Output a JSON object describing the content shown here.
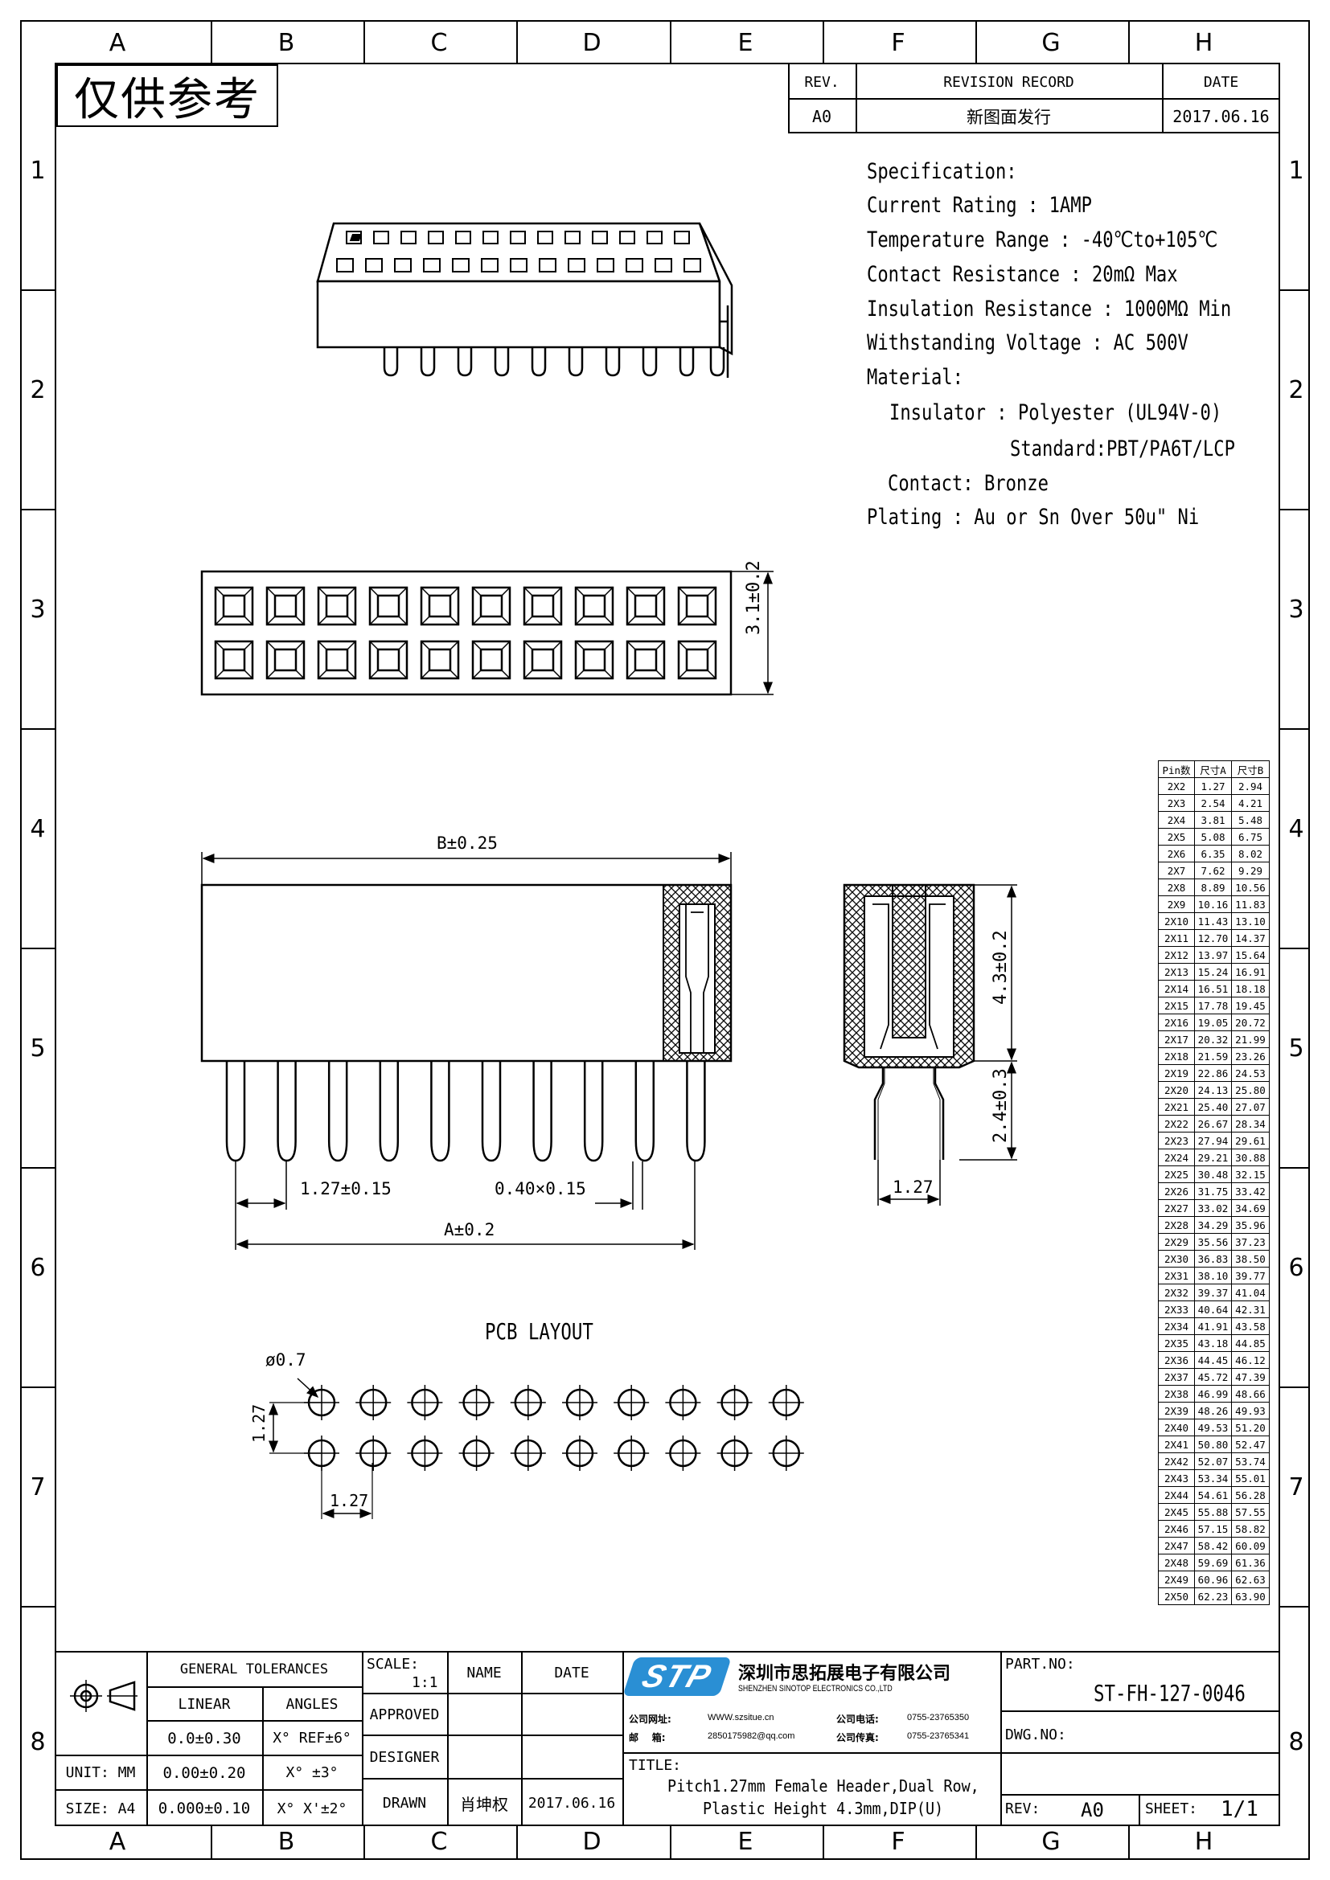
{
  "zones": {
    "letters": [
      "A",
      "B",
      "C",
      "D",
      "E",
      "F",
      "G",
      "H"
    ],
    "numbers": [
      "1",
      "2",
      "3",
      "4",
      "5",
      "6",
      "7",
      "8"
    ]
  },
  "stamp": "仅供参考",
  "revision": {
    "rev_header": "REV.",
    "record_header": "REVISION RECORD",
    "date_header": "DATE",
    "rev": "A0",
    "record": "新图面发行",
    "date": "2017.06.16"
  },
  "specification": {
    "title": "Specification:",
    "current_rating": "Current Rating : 1AMP",
    "temperature_range": "Temperature Range : -40℃to+105℃",
    "contact_resistance": "Contact Resistance : 20mΩ Max",
    "insulation_resistance": "Insulation Resistance : 1000MΩ Min",
    "withstanding_voltage": "Withstanding Voltage : AC 500V",
    "material": "Material:",
    "insulator": "Insulator : Polyester (UL94V-0)",
    "standard": "Standard:PBT/PA6T/LCP",
    "contact": "Contact: Bronze",
    "plating": "Plating : Au or Sn Over 50u\" Ni"
  },
  "dimensions": {
    "top_height": "3.1±0.2",
    "length_b": "B±0.25",
    "pitch": "1.27±0.15",
    "pin_size": "0.40×0.15",
    "length_a": "A±0.2",
    "body_height": "4.3±0.2",
    "pin_length": "2.4±0.3",
    "side_pitch": "1.27",
    "pcb_title": "PCB LAYOUT",
    "hole_dia": "ø0.7",
    "pcb_row_pitch": "1.27",
    "pcb_col_pitch": "1.27"
  },
  "pin_table": {
    "headers": [
      "Pin数",
      "尺寸A",
      "尺寸B"
    ],
    "rows": [
      [
        "2X2",
        "1.27",
        "2.94"
      ],
      [
        "2X3",
        "2.54",
        "4.21"
      ],
      [
        "2X4",
        "3.81",
        "5.48"
      ],
      [
        "2X5",
        "5.08",
        "6.75"
      ],
      [
        "2X6",
        "6.35",
        "8.02"
      ],
      [
        "2X7",
        "7.62",
        "9.29"
      ],
      [
        "2X8",
        "8.89",
        "10.56"
      ],
      [
        "2X9",
        "10.16",
        "11.83"
      ],
      [
        "2X10",
        "11.43",
        "13.10"
      ],
      [
        "2X11",
        "12.70",
        "14.37"
      ],
      [
        "2X12",
        "13.97",
        "15.64"
      ],
      [
        "2X13",
        "15.24",
        "16.91"
      ],
      [
        "2X14",
        "16.51",
        "18.18"
      ],
      [
        "2X15",
        "17.78",
        "19.45"
      ],
      [
        "2X16",
        "19.05",
        "20.72"
      ],
      [
        "2X17",
        "20.32",
        "21.99"
      ],
      [
        "2X18",
        "21.59",
        "23.26"
      ],
      [
        "2X19",
        "22.86",
        "24.53"
      ],
      [
        "2X20",
        "24.13",
        "25.80"
      ],
      [
        "2X21",
        "25.40",
        "27.07"
      ],
      [
        "2X22",
        "26.67",
        "28.34"
      ],
      [
        "2X23",
        "27.94",
        "29.61"
      ],
      [
        "2X24",
        "29.21",
        "30.88"
      ],
      [
        "2X25",
        "30.48",
        "32.15"
      ],
      [
        "2X26",
        "31.75",
        "33.42"
      ],
      [
        "2X27",
        "33.02",
        "34.69"
      ],
      [
        "2X28",
        "34.29",
        "35.96"
      ],
      [
        "2X29",
        "35.56",
        "37.23"
      ],
      [
        "2X30",
        "36.83",
        "38.50"
      ],
      [
        "2X31",
        "38.10",
        "39.77"
      ],
      [
        "2X32",
        "39.37",
        "41.04"
      ],
      [
        "2X33",
        "40.64",
        "42.31"
      ],
      [
        "2X34",
        "41.91",
        "43.58"
      ],
      [
        "2X35",
        "43.18",
        "44.85"
      ],
      [
        "2X36",
        "44.45",
        "46.12"
      ],
      [
        "2X37",
        "45.72",
        "47.39"
      ],
      [
        "2X38",
        "46.99",
        "48.66"
      ],
      [
        "2X39",
        "48.26",
        "49.93"
      ],
      [
        "2X40",
        "49.53",
        "51.20"
      ],
      [
        "2X41",
        "50.80",
        "52.47"
      ],
      [
        "2X42",
        "52.07",
        "53.74"
      ],
      [
        "2X43",
        "53.34",
        "55.01"
      ],
      [
        "2X44",
        "54.61",
        "56.28"
      ],
      [
        "2X45",
        "55.88",
        "57.55"
      ],
      [
        "2X46",
        "57.15",
        "58.82"
      ],
      [
        "2X47",
        "58.42",
        "60.09"
      ],
      [
        "2X48",
        "59.69",
        "61.36"
      ],
      [
        "2X49",
        "60.96",
        "62.63"
      ],
      [
        "2X50",
        "62.23",
        "63.90"
      ]
    ]
  },
  "title_block": {
    "general_tolerances": "GENERAL TOLERANCES",
    "linear": "LINEAR",
    "angles": "ANGLES",
    "lin1": "0.0±0.30",
    "ang1": "X° REF±6°",
    "unit_label": "UNIT: MM",
    "lin2": "0.00±0.20",
    "ang2": "X° ±3°",
    "size_label": "SIZE: A4",
    "lin3": "0.000±0.10",
    "ang3": "X° X'±2°",
    "scale_label": "SCALE:",
    "scale_value": "1:1",
    "name_header": "NAME",
    "date_header": "DATE",
    "approved": "APPROVED",
    "designer": "DESIGNER",
    "drawn": "DRAWN",
    "drawn_name": "肖坤权",
    "drawn_date": "2017.06.16",
    "logo_text": "STP",
    "company_cn": "深圳市思拓展电子有限公司",
    "company_en": "SHENZHEN SINOTOP ELECTRONICS CO.,LTD",
    "web_label": "公司网址:",
    "web": "WWW.szsitue.cn",
    "tel_label": "公司电话:",
    "tel": "0755-23765350",
    "mail_label": "邮    箱:",
    "mail": "2850175982@qq.com",
    "fax_label": "公司传真:",
    "fax": "0755-23765341",
    "part_no_label": "PART.NO:",
    "part_no": "ST-FH-127-0046",
    "dwg_no_label": "DWG.NO:",
    "title_label": "TITLE:",
    "title_line1": "Pitch1.27mm Female Header,Dual Row,",
    "title_line2": "Plastic Height 4.3mm,DIP(U)",
    "rev_label": "REV:",
    "rev_value": "A0",
    "sheet_label": "SHEET:",
    "sheet_value": "1/1"
  }
}
